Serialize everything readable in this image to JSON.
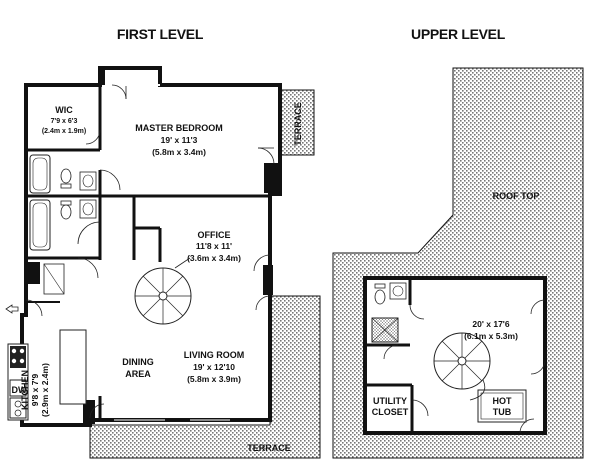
{
  "titles": {
    "first": "FIRST LEVEL",
    "upper": "UPPER LEVEL"
  },
  "rooms": {
    "wic": {
      "name": "WIC",
      "dim1": "7'9 x 6'3",
      "dim2": "(2.4m x 1.9m)"
    },
    "master": {
      "name": "MASTER BEDROOM",
      "dim1": "19' x 11'3",
      "dim2": "(5.8m x 3.4m)"
    },
    "terrace_right": "TERRACE",
    "office": {
      "name": "OFFICE",
      "dim1": "11'8 x 11'",
      "dim2": "(3.6m x 3.4m)"
    },
    "living": {
      "name": "LIVING ROOM",
      "dim1": "19' x 12'10",
      "dim2": "(5.8m x 3.9m)"
    },
    "dining": {
      "line1": "DINING",
      "line2": "AREA"
    },
    "kitchen": {
      "name": "KITCHEN",
      "dim1": "9'8 x 7'9",
      "dim2": "(2.9m x 2.4m)"
    },
    "dw": "DW",
    "terrace_bottom": "TERRACE",
    "roof": "ROOF TOP",
    "upper_room": {
      "dim1": "20' x 17'6",
      "dim2": "(6.1m x 5.3m)"
    },
    "utility": {
      "line1": "UTILITY",
      "line2": "CLOSET"
    },
    "hot_tub": {
      "line1": "HOT",
      "line2": "TUB"
    }
  },
  "colors": {
    "wall": "#111111",
    "hatch": "#888888",
    "line": "#222222"
  }
}
